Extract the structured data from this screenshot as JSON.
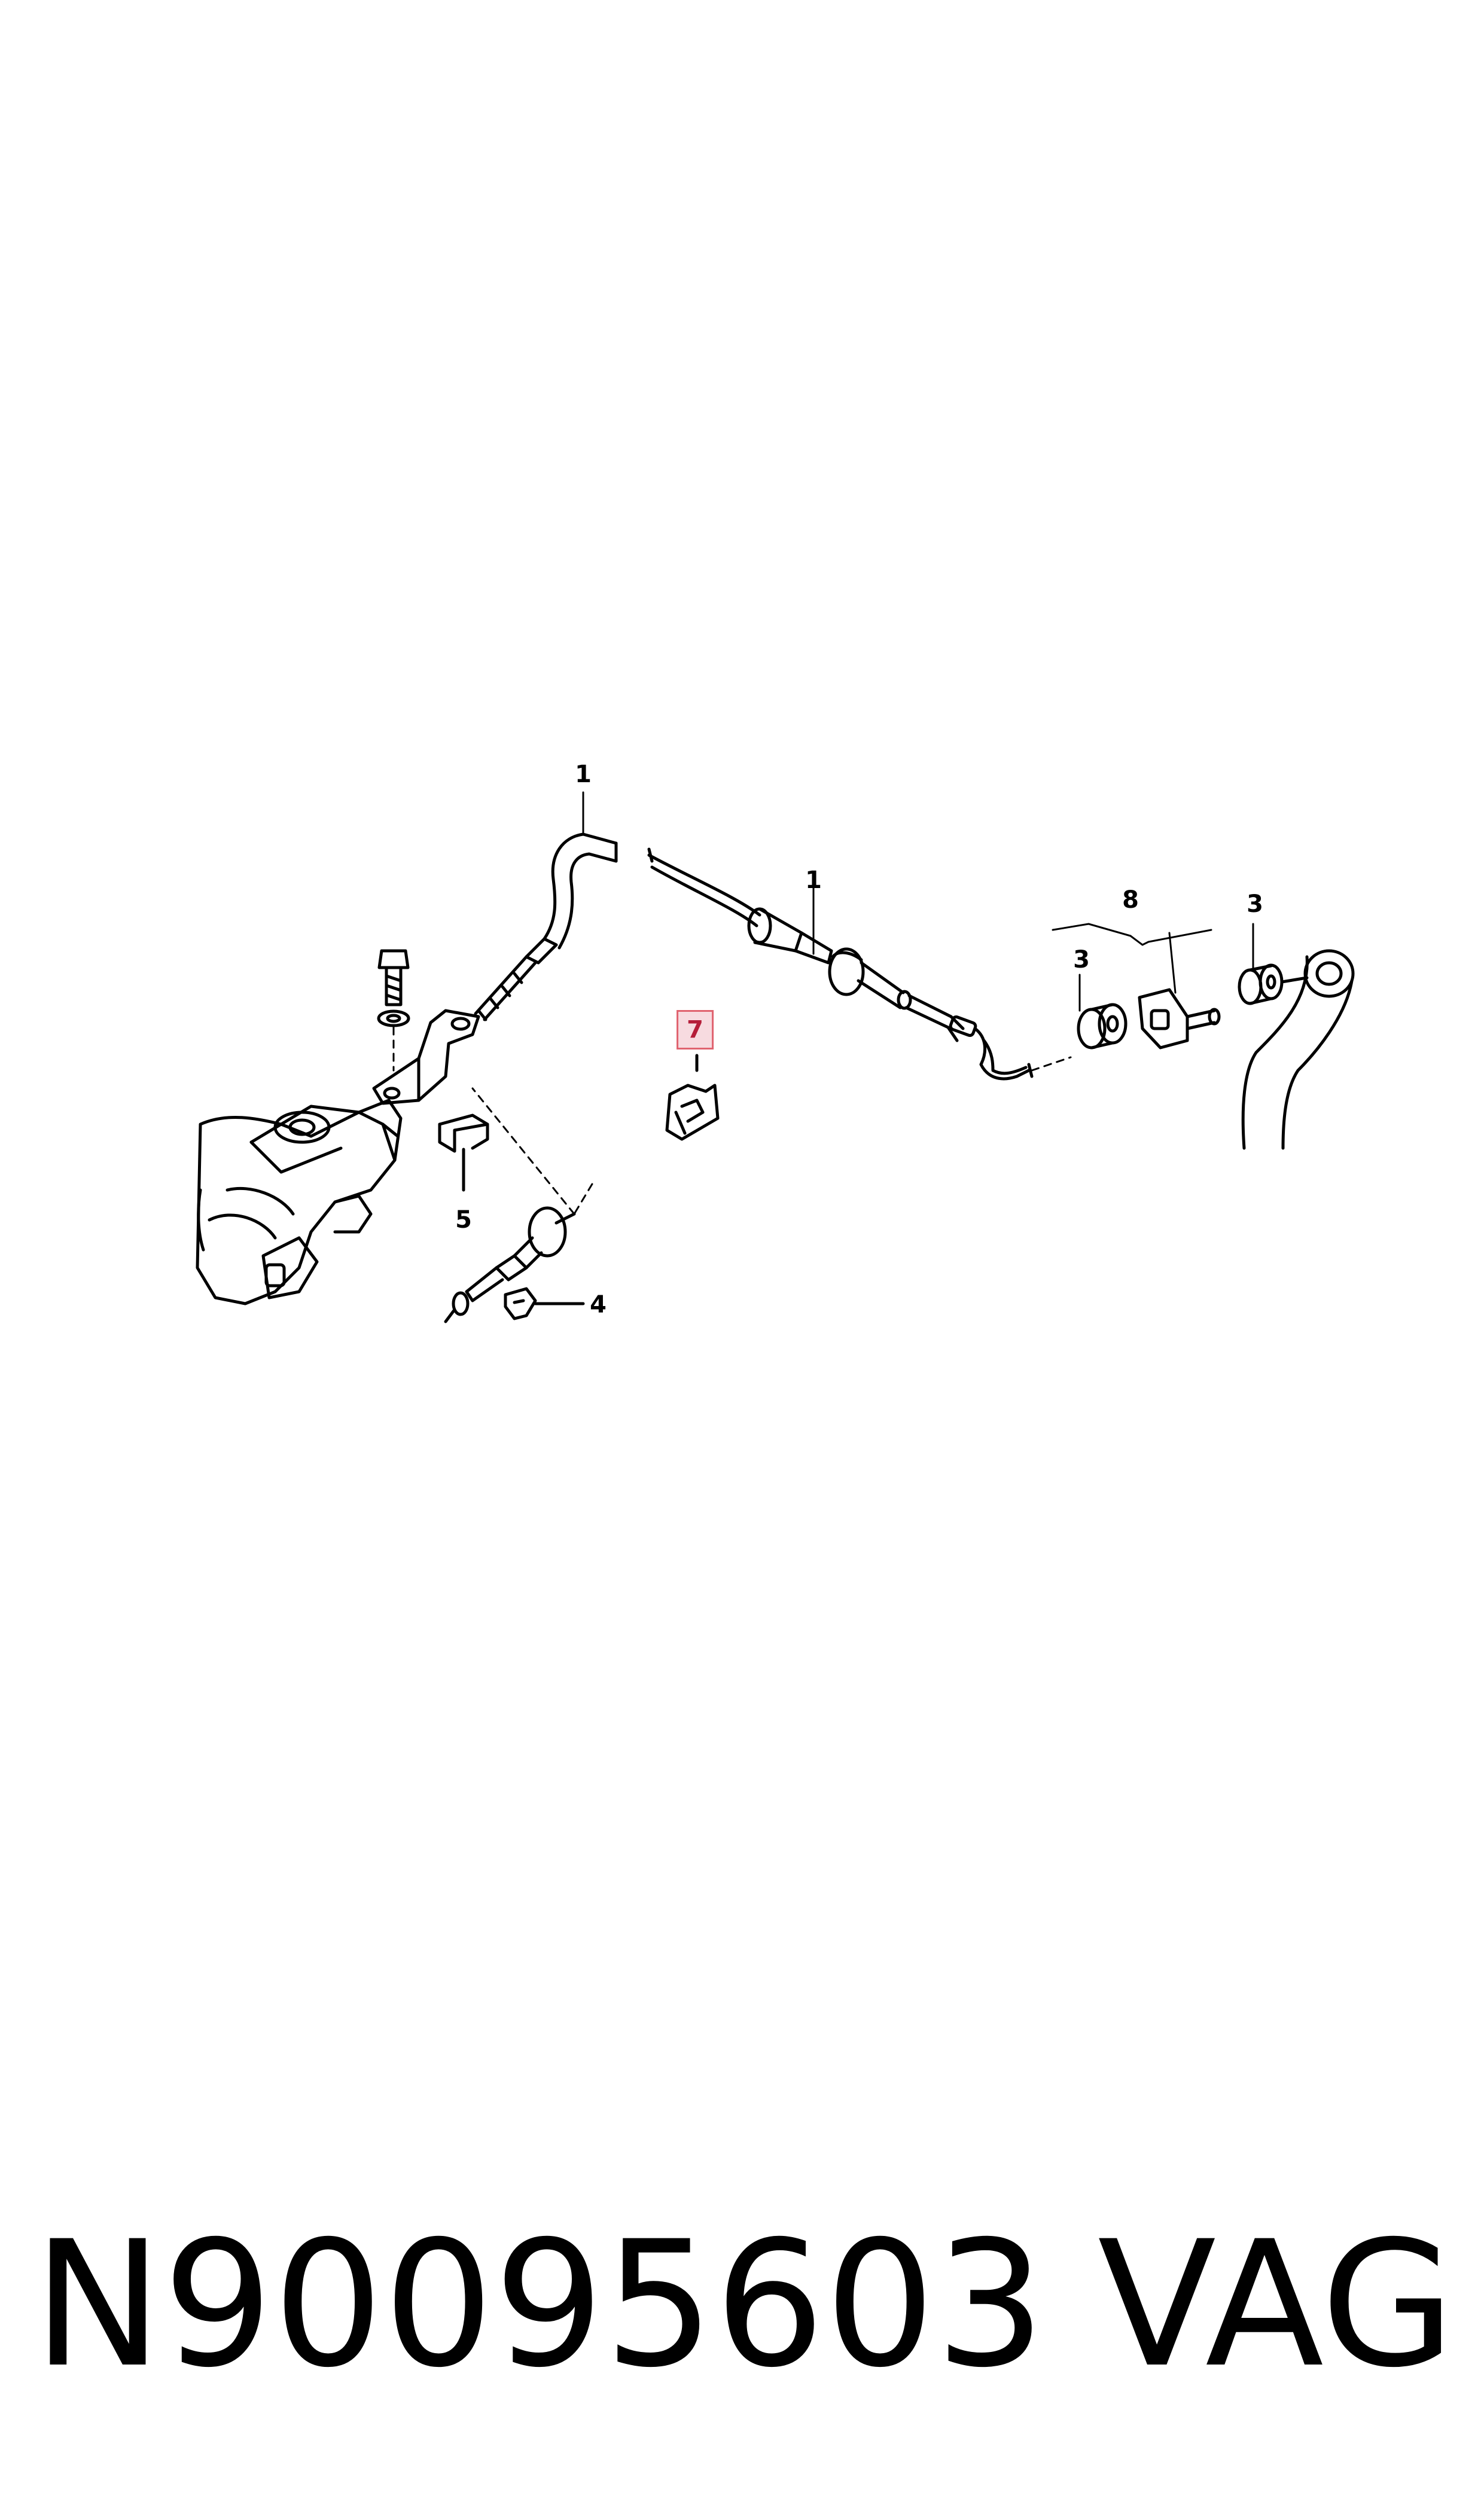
{
  "callouts": [
    {
      "id": "c1a",
      "label": "1",
      "highlight": false
    },
    {
      "id": "c1b",
      "label": "1",
      "highlight": false
    },
    {
      "id": "c8",
      "label": "8",
      "highlight": false
    },
    {
      "id": "c3a",
      "label": "3",
      "highlight": false
    },
    {
      "id": "c3b",
      "label": "3",
      "highlight": false
    },
    {
      "id": "c7",
      "label": "7",
      "highlight": true
    },
    {
      "id": "c5",
      "label": "5",
      "highlight": false
    },
    {
      "id": "c4",
      "label": "4",
      "highlight": false
    }
  ],
  "footer": {
    "part_number": "N90095603",
    "brand": "VAG"
  },
  "colors": {
    "line": "#000000",
    "highlight_border": "#e0636f",
    "highlight_fill": "#f7dbe0",
    "highlight_text": "#b51e3a"
  }
}
